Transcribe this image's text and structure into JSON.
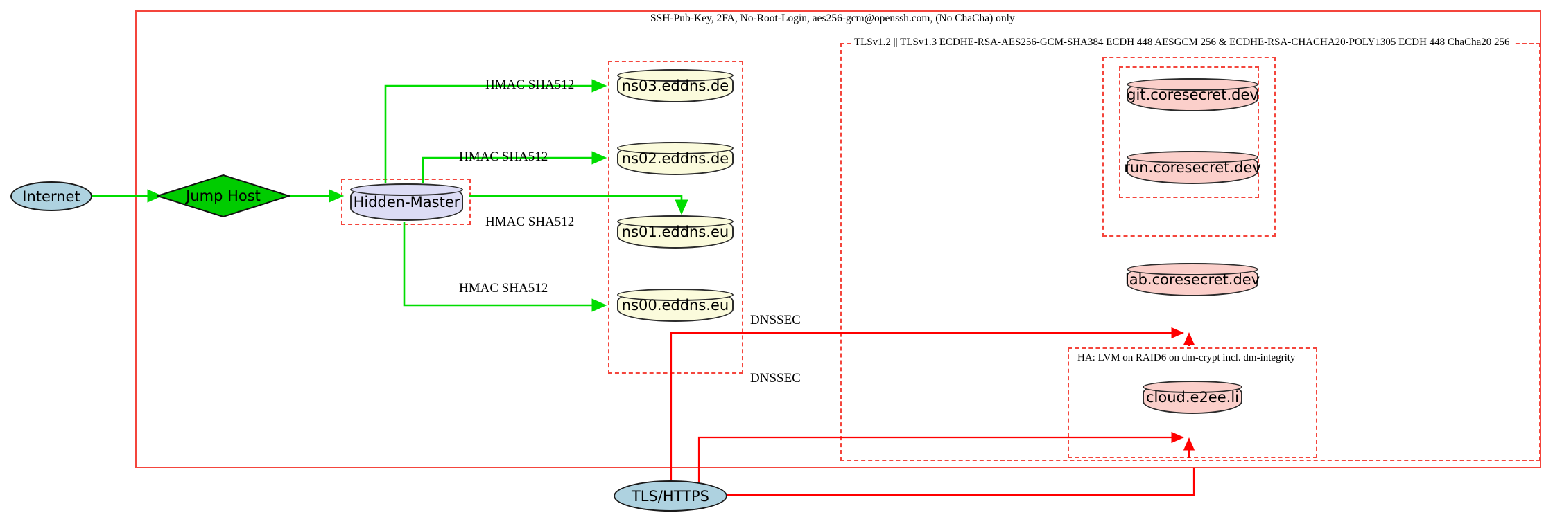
{
  "diagram": {
    "title_label": "SSH-Pub-Key, 2FA, No-Root-Login, aes256-gcm@openssh.com, (No ChaCha) only",
    "tls_label": "TLSv1.2 || TLSv1.3 ECDHE-RSA-AES256-GCM-SHA384 ECDH 448 AESGCM 256 & ECDHE-RSA-CHACHA20-POLY1305 ECDH 448 ChaCha20 256",
    "ha_label": "HA: LVM on RAID6 on dm-crypt incl. dm-integrity"
  },
  "nodes": {
    "internet": "Internet",
    "jump_host": "Jump Host",
    "hidden_master": "Hidden-Master",
    "ns03": "ns03.eddns.de",
    "ns02": "ns02.eddns.de",
    "ns01": "ns01.eddns.eu",
    "ns00": "ns00.eddns.eu",
    "git": "git.coresecret.dev",
    "run": "run.coresecret.dev",
    "lab": "lab.coresecret.dev",
    "cloud": "cloud.e2ee.li",
    "tls_https": "TLS/HTTPS"
  },
  "edge_labels": {
    "hmac_ns03": "HMAC SHA512",
    "hmac_ns02": "HMAC SHA512",
    "hmac_ns01": "HMAC SHA512",
    "hmac_ns00": "HMAC SHA512",
    "dnssec_upper": "DNSSEC",
    "dnssec_lower": "DNSSEC"
  },
  "colors": {
    "edge_green": "#00dd00",
    "edge_red": "#ff0000",
    "boundary_red": "#f4453c",
    "fill_yellow": "#fbfbdc",
    "fill_pink": "#fbcfca",
    "fill_lavender": "#dcdcf5",
    "fill_blue": "#aed2e0",
    "fill_green": "#00cc00"
  }
}
